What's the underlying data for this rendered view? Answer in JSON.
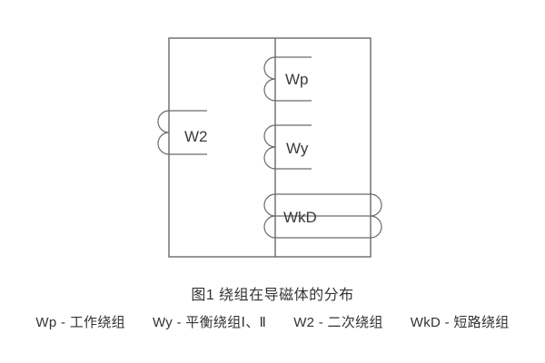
{
  "figure": {
    "caption": "图1 绕组在导磁体的分布",
    "diagram_labels": {
      "w2": "W2",
      "wp": "Wp",
      "wy": "Wy",
      "wkd": "WkD"
    },
    "legend_items": [
      "Wp - 工作绕组",
      "Wy - 平衡绕组Ⅰ、Ⅱ",
      "W2 - 二次绕组",
      "WkD - 短路绕组"
    ],
    "colors": {
      "line": "#6a6a6a",
      "label_text": "#3a3a3a",
      "caption_text": "#333333",
      "background": "#ffffff"
    }
  }
}
